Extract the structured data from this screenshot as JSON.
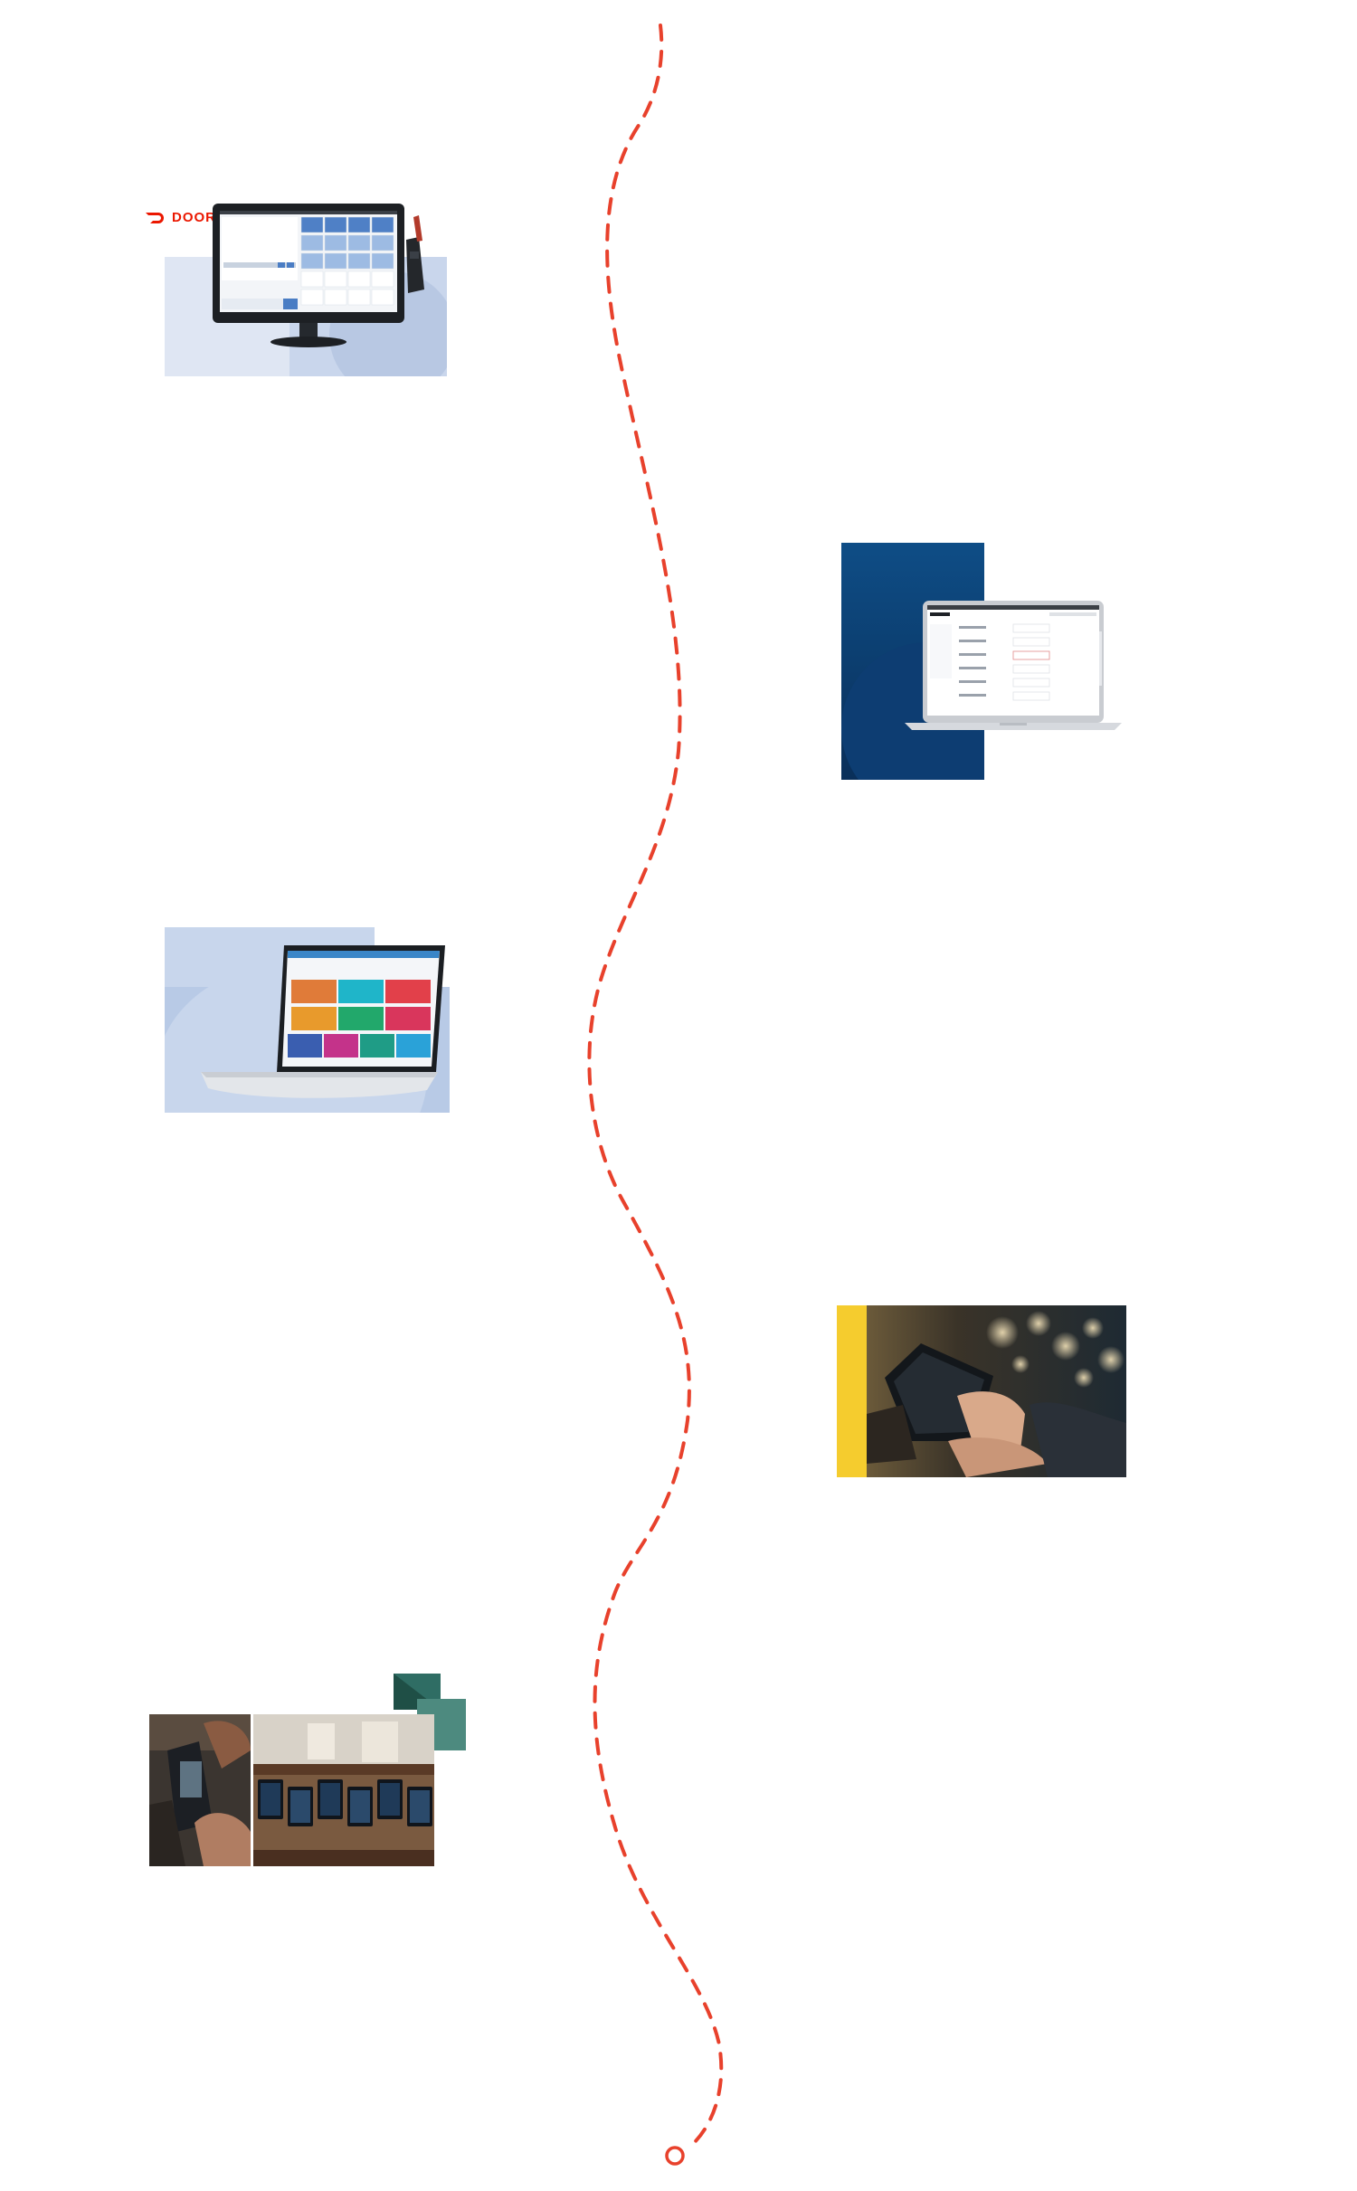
{
  "timeline": {
    "stroke_color": "#e8412c",
    "end_marker_color": "#e8412c"
  },
  "cards": [
    {
      "id": "pos-terminal",
      "image": "pos-terminal-with-card-reader",
      "brand_badge": "DOORDASH",
      "brand_color": "#eb1700",
      "backdrop_color": "#dfe6f3"
    },
    {
      "id": "laptop-settings",
      "image": "laptop-settings-screen",
      "backdrop_color": "#0d3a6b"
    },
    {
      "id": "laptop-dashboard",
      "image": "laptop-sales-dashboard",
      "backdrop_color": "#c5d4eb",
      "dashboard_tiles": [
        {
          "label": "",
          "color": "#e07b39"
        },
        {
          "label": "",
          "color": "#1fb5c9"
        },
        {
          "label": "",
          "color": "#e2404a"
        },
        {
          "label": "",
          "color": "#e89a2c"
        },
        {
          "label": "",
          "color": "#22a86b"
        },
        {
          "label": "",
          "color": "#d9365c"
        },
        {
          "label": "",
          "color": "#3a5eb0"
        },
        {
          "label": "",
          "color": "#c4338a"
        },
        {
          "label": "",
          "color": "#1f9c86"
        },
        {
          "label": "",
          "color": "#2aa2d8"
        }
      ]
    },
    {
      "id": "touchscreen-photo",
      "image": "hands-using-touchscreen-pos",
      "accent_color": "#f5cc2e"
    },
    {
      "id": "restaurant-kiosks-photo",
      "image": "restaurant-pos-kiosks-collage",
      "accent_color": "#2f6d64"
    }
  ]
}
